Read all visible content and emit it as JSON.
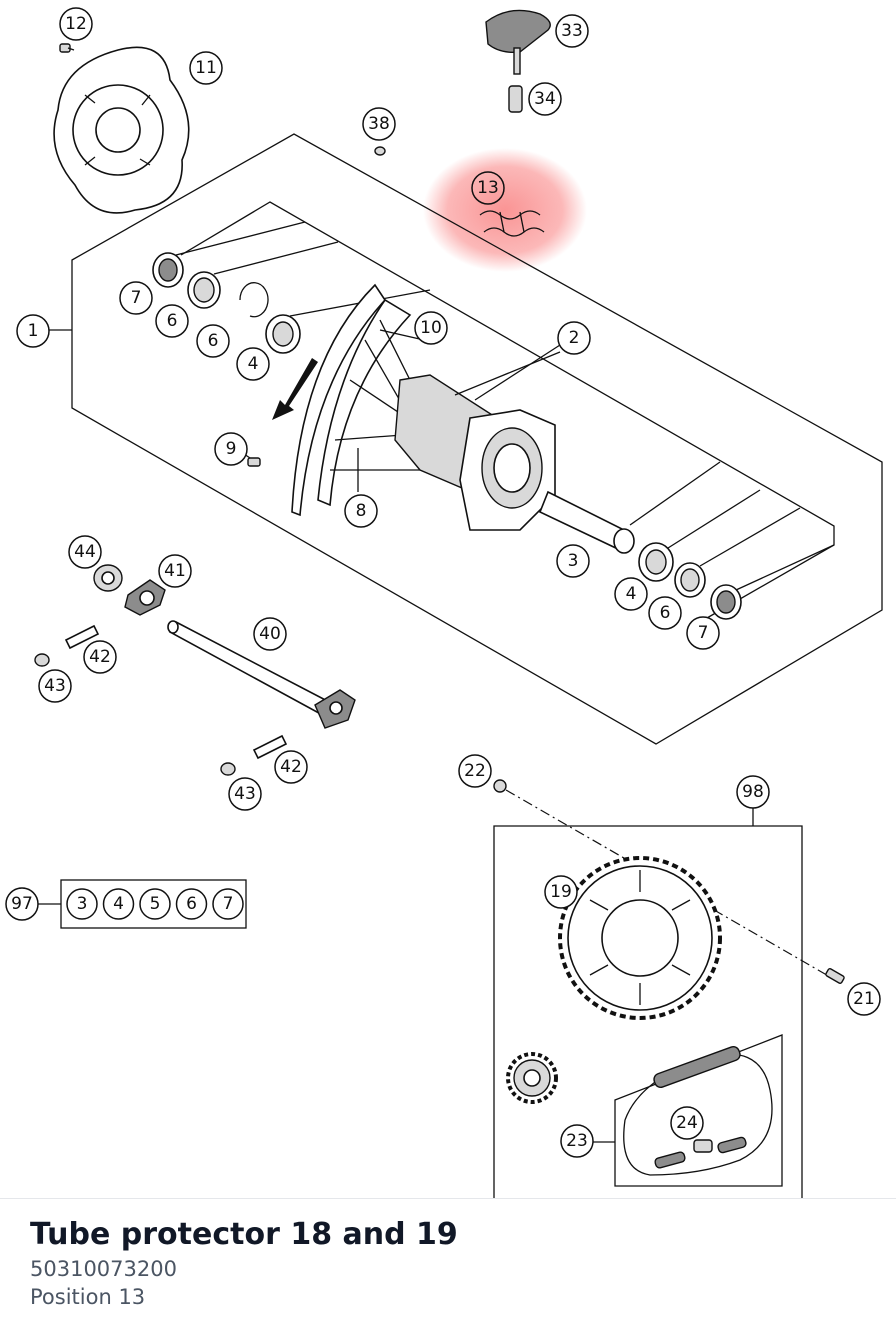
{
  "labels": [
    {
      "id": "12",
      "text": "12"
    },
    {
      "id": "11",
      "text": "11"
    },
    {
      "id": "33",
      "text": "33"
    },
    {
      "id": "34",
      "text": "34"
    },
    {
      "id": "38",
      "text": "38"
    },
    {
      "id": "13",
      "text": "13"
    },
    {
      "id": "1",
      "text": "1"
    },
    {
      "id": "7a",
      "text": "7"
    },
    {
      "id": "6a",
      "text": "6"
    },
    {
      "id": "6b",
      "text": "6"
    },
    {
      "id": "4a",
      "text": "4"
    },
    {
      "id": "10",
      "text": "10"
    },
    {
      "id": "2",
      "text": "2"
    },
    {
      "id": "9",
      "text": "9"
    },
    {
      "id": "8",
      "text": "8"
    },
    {
      "id": "3a",
      "text": "3"
    },
    {
      "id": "4b",
      "text": "4"
    },
    {
      "id": "6c",
      "text": "6"
    },
    {
      "id": "7b",
      "text": "7"
    },
    {
      "id": "44",
      "text": "44"
    },
    {
      "id": "41",
      "text": "41"
    },
    {
      "id": "40",
      "text": "40"
    },
    {
      "id": "42a",
      "text": "42"
    },
    {
      "id": "43a",
      "text": "43"
    },
    {
      "id": "42b",
      "text": "42"
    },
    {
      "id": "43b",
      "text": "43"
    },
    {
      "id": "22",
      "text": "22"
    },
    {
      "id": "98",
      "text": "98"
    },
    {
      "id": "19",
      "text": "19"
    },
    {
      "id": "21",
      "text": "21"
    },
    {
      "id": "24",
      "text": "24"
    },
    {
      "id": "23",
      "text": "23"
    },
    {
      "id": "97",
      "text": "97"
    }
  ],
  "kit97": [
    "3",
    "4",
    "5",
    "6",
    "7"
  ],
  "highlight": {
    "position": "13",
    "color": "#f87171"
  },
  "info": {
    "title": "Tube protector 18 and 19",
    "part_number": "50310073200",
    "position_text": "Position 13"
  }
}
